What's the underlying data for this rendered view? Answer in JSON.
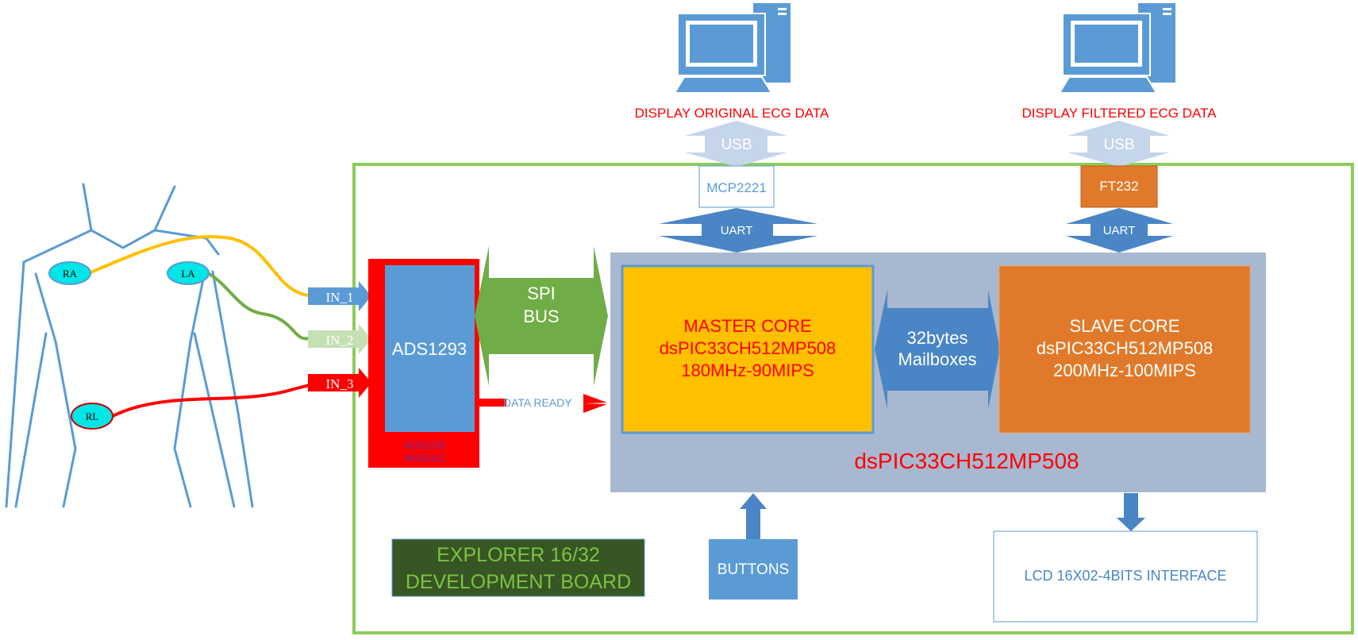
{
  "electrodes": {
    "ra": "RA",
    "la": "LA",
    "rl": "RL"
  },
  "inputs": {
    "in1": "IN_1",
    "in2": "IN_2",
    "in3": "IN_3"
  },
  "ads_module": {
    "chip": "ADS1293",
    "module_line1": "ADS1293",
    "module_line2": "MODULE"
  },
  "spi": {
    "line1": "SPI",
    "line2": "BUS"
  },
  "data_ready": "DATA READY",
  "master_core": {
    "line1": "MASTER CORE",
    "line2": "dsPIC33CH512MP508",
    "line3": "180MHz-90MIPS"
  },
  "slave_core": {
    "line1": "SLAVE CORE",
    "line2": "dsPIC33CH512MP508",
    "line3": "200MHz-100MIPS"
  },
  "mailbox": {
    "line1": "32bytes",
    "line2": "Mailboxes"
  },
  "mcu_label": "dsPIC33CH512MP508",
  "pc_left": {
    "caption": "DISPLAY ORIGINAL ECG DATA",
    "usb": "USB",
    "bridge": "MCP2221",
    "uart": "UART"
  },
  "pc_right": {
    "caption": "DISPLAY FILTERED ECG DATA",
    "usb": "USB",
    "bridge": "FT232",
    "uart": "UART"
  },
  "buttons": "BUTTONS",
  "lcd": "LCD 16X02-4BITS INTERFACE",
  "board": {
    "line1": "EXPLORER 16/32",
    "line2": "DEVELOPMENT BOARD"
  },
  "colors": {
    "board_border": "#8ccd5a",
    "mcu_bg": "#a8b8d0",
    "master_fill": "#ffc000",
    "slave_fill": "#e07a2a",
    "ads_red": "#ff0000",
    "ads_blue": "#5b9bd5",
    "spi_green": "#70ad47",
    "usb_light": "#c5d5ea",
    "uart_blue": "#4a86c5",
    "board_label_bg": "#375623",
    "board_label_text": "#7ec242",
    "caption_red": "#ff0000"
  }
}
